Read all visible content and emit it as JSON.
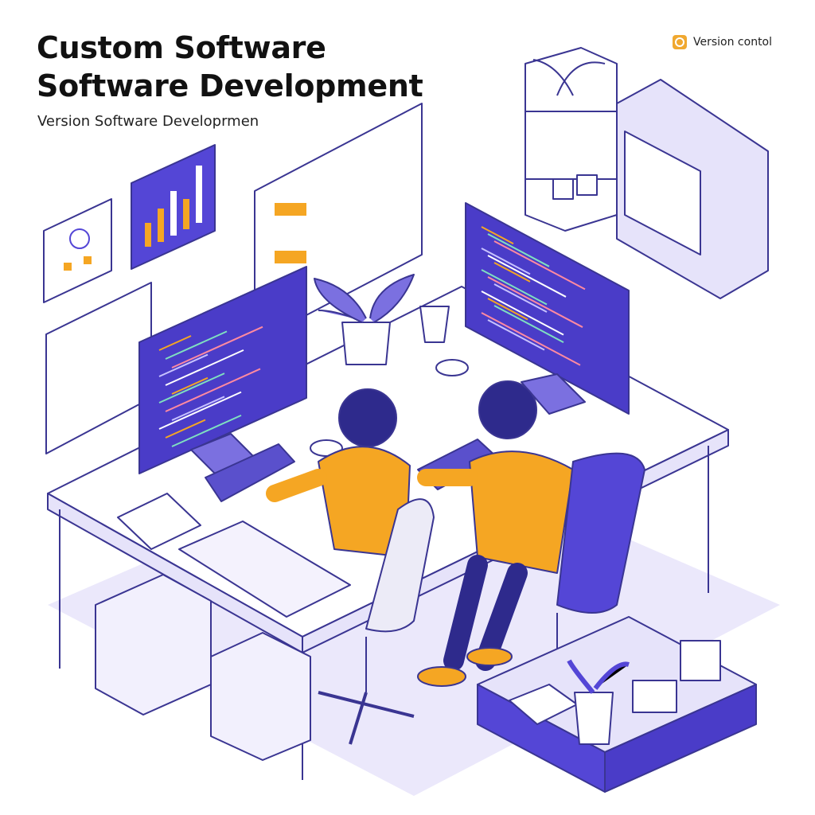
{
  "header": {
    "title_line1": "Custom Software",
    "title_line2": "Software Development",
    "subtitle": "Version Software Developrmen"
  },
  "badge": {
    "icon": "version-control-icon",
    "label": "Version contol",
    "color": "#f0a830"
  },
  "colors": {
    "primary": "#5446d6",
    "dark": "#2e2a8c",
    "light": "#e6e3fa",
    "accent": "#f5a623"
  }
}
